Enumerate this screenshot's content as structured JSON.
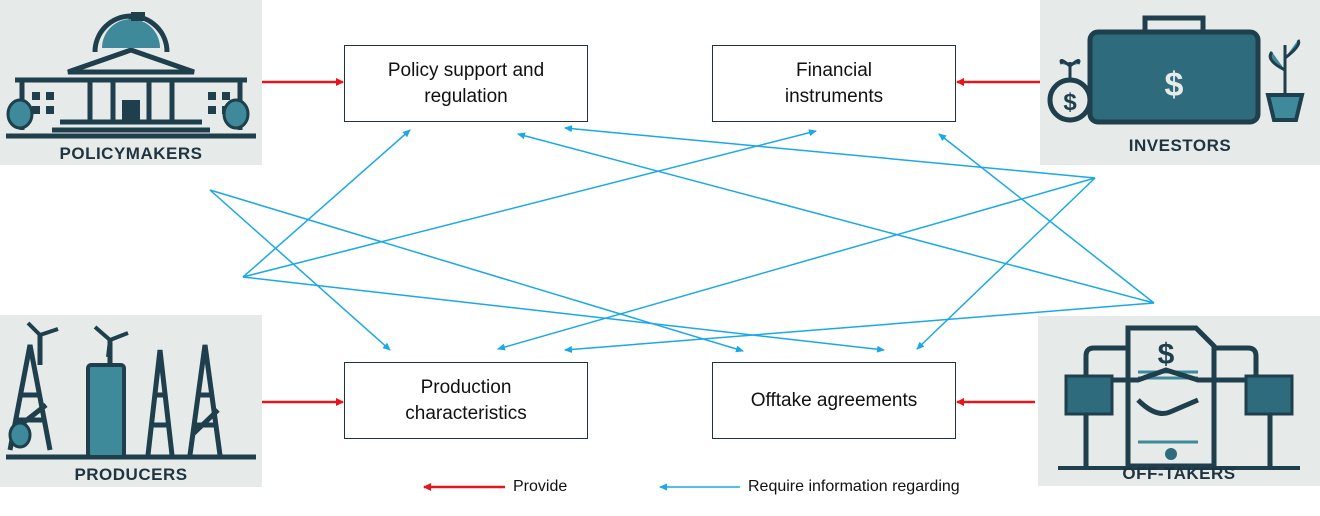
{
  "actors": {
    "policymakers": "POLICYMAKERS",
    "investors": "INVESTORS",
    "producers": "PRODUCERS",
    "offtakers": "OFF-TAKERS"
  },
  "boxes": {
    "policy": [
      "Policy support and",
      "regulation"
    ],
    "financial": [
      "Financial",
      "instruments"
    ],
    "production": [
      "Production",
      "characteristics"
    ],
    "offtake": [
      "Offtake agreements"
    ]
  },
  "legend": {
    "provide": "Provide",
    "require": "Require information regarding"
  },
  "colors": {
    "provide": "#e8141b",
    "require": "#1aa8e6",
    "icon": "#1f3f4d",
    "icon_accent": "#3e8a9a"
  },
  "relations": {
    "provide": [
      [
        "policymakers",
        "policy"
      ],
      [
        "investors",
        "financial"
      ],
      [
        "producers",
        "production"
      ],
      [
        "offtakers",
        "offtake"
      ]
    ],
    "require": [
      [
        "policymakers",
        "production"
      ],
      [
        "policymakers",
        "offtake"
      ],
      [
        "producers",
        "policy"
      ],
      [
        "producers",
        "financial"
      ],
      [
        "producers",
        "offtake"
      ],
      [
        "investors",
        "policy"
      ],
      [
        "investors",
        "production"
      ],
      [
        "investors",
        "offtake"
      ],
      [
        "offtakers",
        "policy"
      ],
      [
        "offtakers",
        "financial"
      ],
      [
        "offtakers",
        "production"
      ]
    ]
  }
}
